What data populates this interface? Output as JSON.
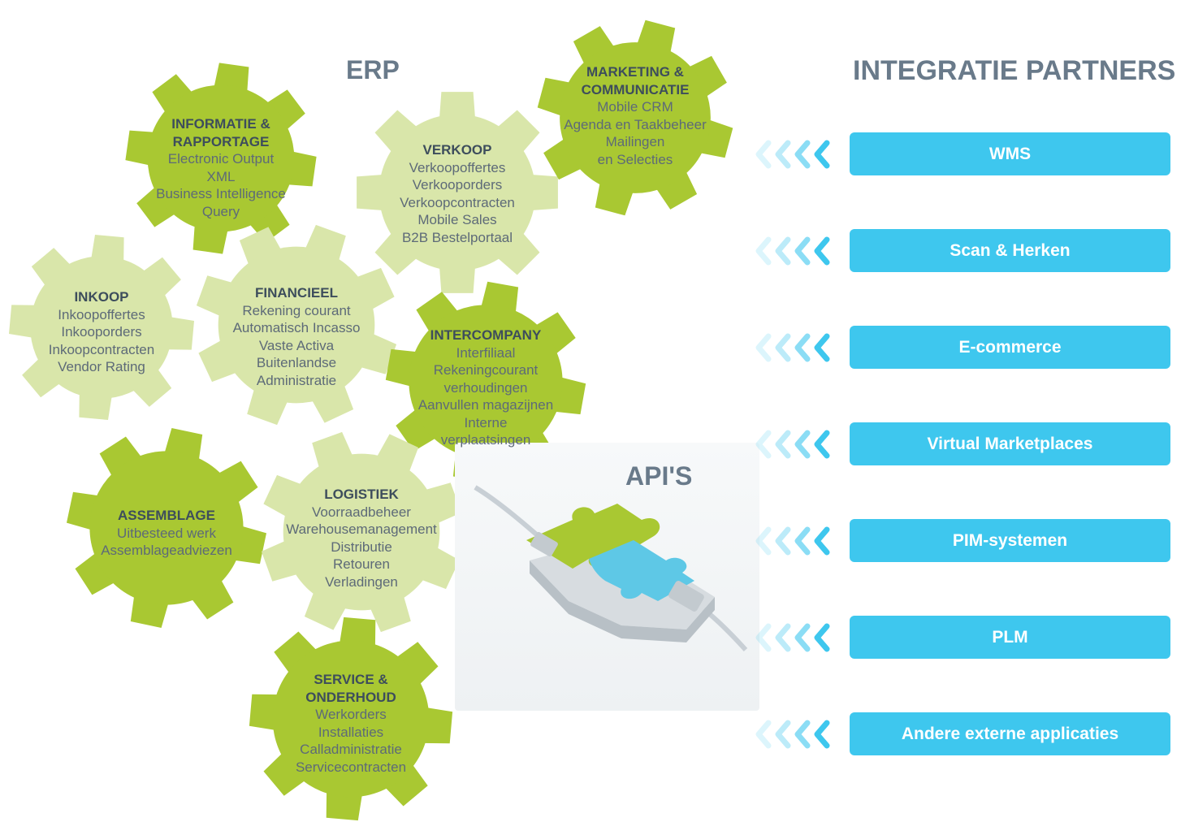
{
  "headings": {
    "erp": "ERP",
    "partners": "INTEGRATIE PARTNERS",
    "apis": "API'S"
  },
  "colors": {
    "gear_dark": "#a9c832",
    "gear_light": "#d9e6aa",
    "partner": "#3ec7ee",
    "heading": "#697a8a"
  },
  "gears": [
    {
      "id": "informatie",
      "shade": "dark",
      "title": [
        "INFORMATIE &",
        "RAPPORTAGE"
      ],
      "items": [
        "Electronic Output",
        "XML",
        "Business Intelligence",
        "Query"
      ]
    },
    {
      "id": "verkoop",
      "shade": "light",
      "title": [
        "VERKOOP"
      ],
      "items": [
        "Verkoopoffertes",
        "Verkooporders",
        "Verkoopcontracten",
        "Mobile Sales",
        "B2B Bestelportaal"
      ]
    },
    {
      "id": "marketing",
      "shade": "dark",
      "title": [
        "MARKETING &",
        "COMMUNICATIE"
      ],
      "items": [
        "Mobile CRM",
        "Agenda en Taakbeheer",
        "Mailingen",
        "en Selecties"
      ]
    },
    {
      "id": "inkoop",
      "shade": "light",
      "title": [
        "INKOOP"
      ],
      "items": [
        "Inkoopoffertes",
        "Inkooporders",
        "Inkoopcontracten",
        "Vendor Rating"
      ]
    },
    {
      "id": "financieel",
      "shade": "light",
      "title": [
        "FINANCIEEL"
      ],
      "items": [
        "Rekening courant",
        "Automatisch Incasso",
        "Vaste Activa",
        "Buitenlandse",
        "Administratie"
      ]
    },
    {
      "id": "intercompany",
      "shade": "dark",
      "title": [
        "INTERCOMPANY"
      ],
      "items": [
        "Interfiliaal",
        "Rekeningcourant",
        "verhoudingen",
        "Aanvullen magazijnen",
        "Interne",
        "verplaatsingen"
      ]
    },
    {
      "id": "assemblage",
      "shade": "dark",
      "title": [
        "ASSEMBLAGE"
      ],
      "items": [
        "Uitbesteed werk",
        "Assemblageadviezen"
      ]
    },
    {
      "id": "logistiek",
      "shade": "light",
      "title": [
        "LOGISTIEK"
      ],
      "items": [
        "Voorraadbeheer",
        "Warehousemanagement",
        "Distributie",
        "Retouren",
        "Verladingen"
      ]
    },
    {
      "id": "service",
      "shade": "dark",
      "title": [
        "SERVICE &",
        "ONDERHOUD"
      ],
      "items": [
        "Werkorders",
        "Installaties",
        "Calladministratie",
        "Servicecontracten"
      ]
    }
  ],
  "partners": [
    "WMS",
    "Scan & Herken",
    "E-commerce",
    "Virtual Marketplaces",
    "PIM-systemen",
    "PLM",
    "Andere externe applicaties"
  ]
}
